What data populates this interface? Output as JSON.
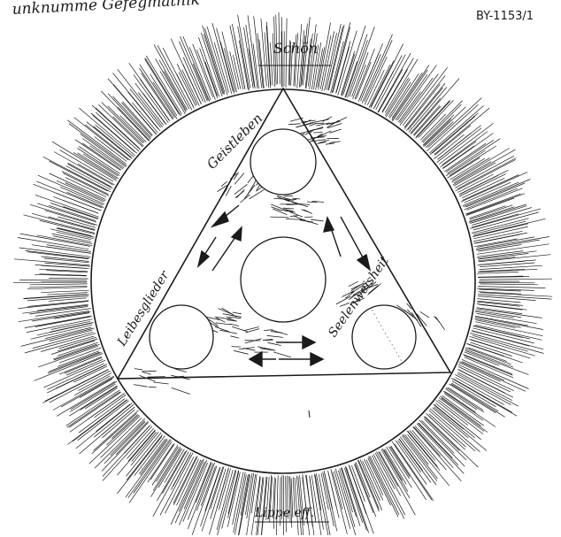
{
  "drawing": {
    "catalog_number": "BY-1153/1",
    "top_heading_script": "unknumme Gefegmathik",
    "top_label_script": "Schön",
    "bottom_label_script": "Lippe eff.",
    "vertex_labels": {
      "top": "Geistleben",
      "left": "Leibesglieder",
      "right": "Seelenweisheit"
    },
    "ink_color": "#1b1b1b",
    "paper_color": "#ffffff"
  }
}
